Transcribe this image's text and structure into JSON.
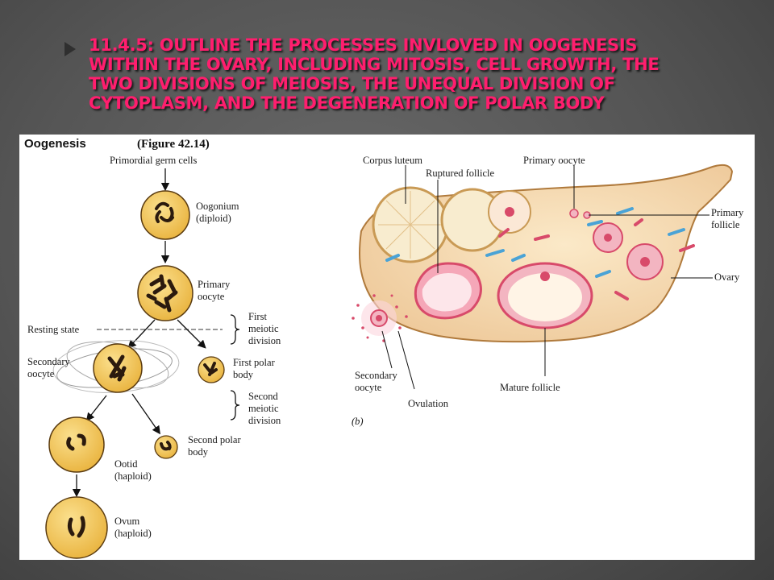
{
  "slide": {
    "title_lines": [
      "11.4.5: OUTLINE THE PROCESSES INVLOVED IN OOGENESIS",
      "WITHIN THE OVARY, INCLUDING MITOSIS, CELL GROWTH, THE",
      "TWO DIVISIONS OF MEIOSIS, THE UNEQUAL DIVISION OF",
      "CYTOPLASM, AND THE DEGENERATION OF POLAR BODY"
    ],
    "title_color": "#ff1e6e",
    "background_color": "#555555"
  },
  "left_panel": {
    "heading": "Oogenesis",
    "figure_ref": "(Figure 42.14)",
    "labels": {
      "primordial": "Primordial germ cells",
      "oogonium_1": "Oogonium",
      "oogonium_2": "(diploid)",
      "primary_1": "Primary",
      "primary_2": "oocyte",
      "resting": "Resting state",
      "first_meiotic_1": "First",
      "first_meiotic_2": "meiotic",
      "first_meiotic_3": "division",
      "secondary_1": "Secondary",
      "secondary_2": "oocyte",
      "first_polar_1": "First polar",
      "first_polar_2": "body",
      "second_meiotic_1": "Second",
      "second_meiotic_2": "meiotic",
      "second_meiotic_3": "division",
      "second_polar_1": "Second polar",
      "second_polar_2": "body",
      "ootid_1": "Ootid",
      "ootid_2": "(haploid)",
      "ovum_1": "Ovum",
      "ovum_2": "(haploid)"
    },
    "cell_color": "#f3c95a",
    "chromosome_color": "#2b1a0e"
  },
  "right_panel": {
    "labels": {
      "corpus_luteum": "Corpus luteum",
      "ruptured_follicle": "Ruptured follicle",
      "primary_oocyte": "Primary oocyte",
      "primary_follicle_1": "Primary",
      "primary_follicle_2": "follicle",
      "ovary": "Ovary",
      "secondary_oocyte_1": "Secondary",
      "secondary_oocyte_2": "oocyte",
      "ovulation": "Ovulation",
      "mature_follicle": "Mature follicle",
      "panel_letter": "(b)"
    },
    "ovary_color": "#f6d9a8",
    "follicle_color": "#d84a6a",
    "vessel_color": "#4aa3d6"
  }
}
